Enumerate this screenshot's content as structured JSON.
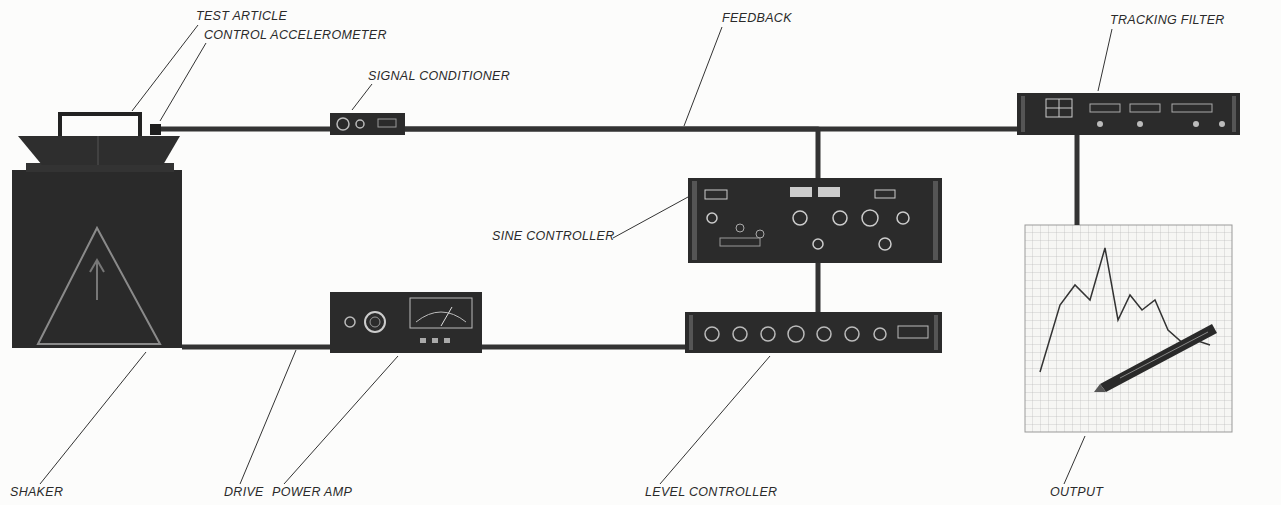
{
  "diagram": {
    "nodes": [
      {
        "text": [
          "SHAKER"
        ]
      },
      {
        "text": [
          "SIGNAL CONDITIONER"
        ]
      },
      {
        "text": [
          "SINE CONTROLLER"
        ]
      },
      {
        "text": [
          "TRACKING FILTER"
        ]
      },
      {
        "text": [
          "POWER AMP"
        ]
      },
      {
        "text": [
          "LEVEL CONTROLLER"
        ]
      },
      {
        "text": [
          "OUTPUT"
        ]
      }
    ],
    "edges": [
      {
        "from": 0,
        "to": 1,
        "arrow": "none"
      },
      {
        "from": 1,
        "to": 3,
        "label": "FEEDBACK",
        "arrow": "none"
      },
      {
        "from": 1,
        "to": 2,
        "arrow": "none"
      },
      {
        "from": 2,
        "to": 5,
        "arrow": "none"
      },
      {
        "from": 3,
        "to": 6,
        "arrow": "none"
      },
      {
        "from": 5,
        "to": 4,
        "arrow": "none"
      },
      {
        "from": 4,
        "to": 0,
        "label": "DRIVE",
        "arrow": "none"
      }
    ],
    "labels": [
      "TEST ARTICLE",
      "CONTROL ACCELEROMETER"
    ]
  }
}
